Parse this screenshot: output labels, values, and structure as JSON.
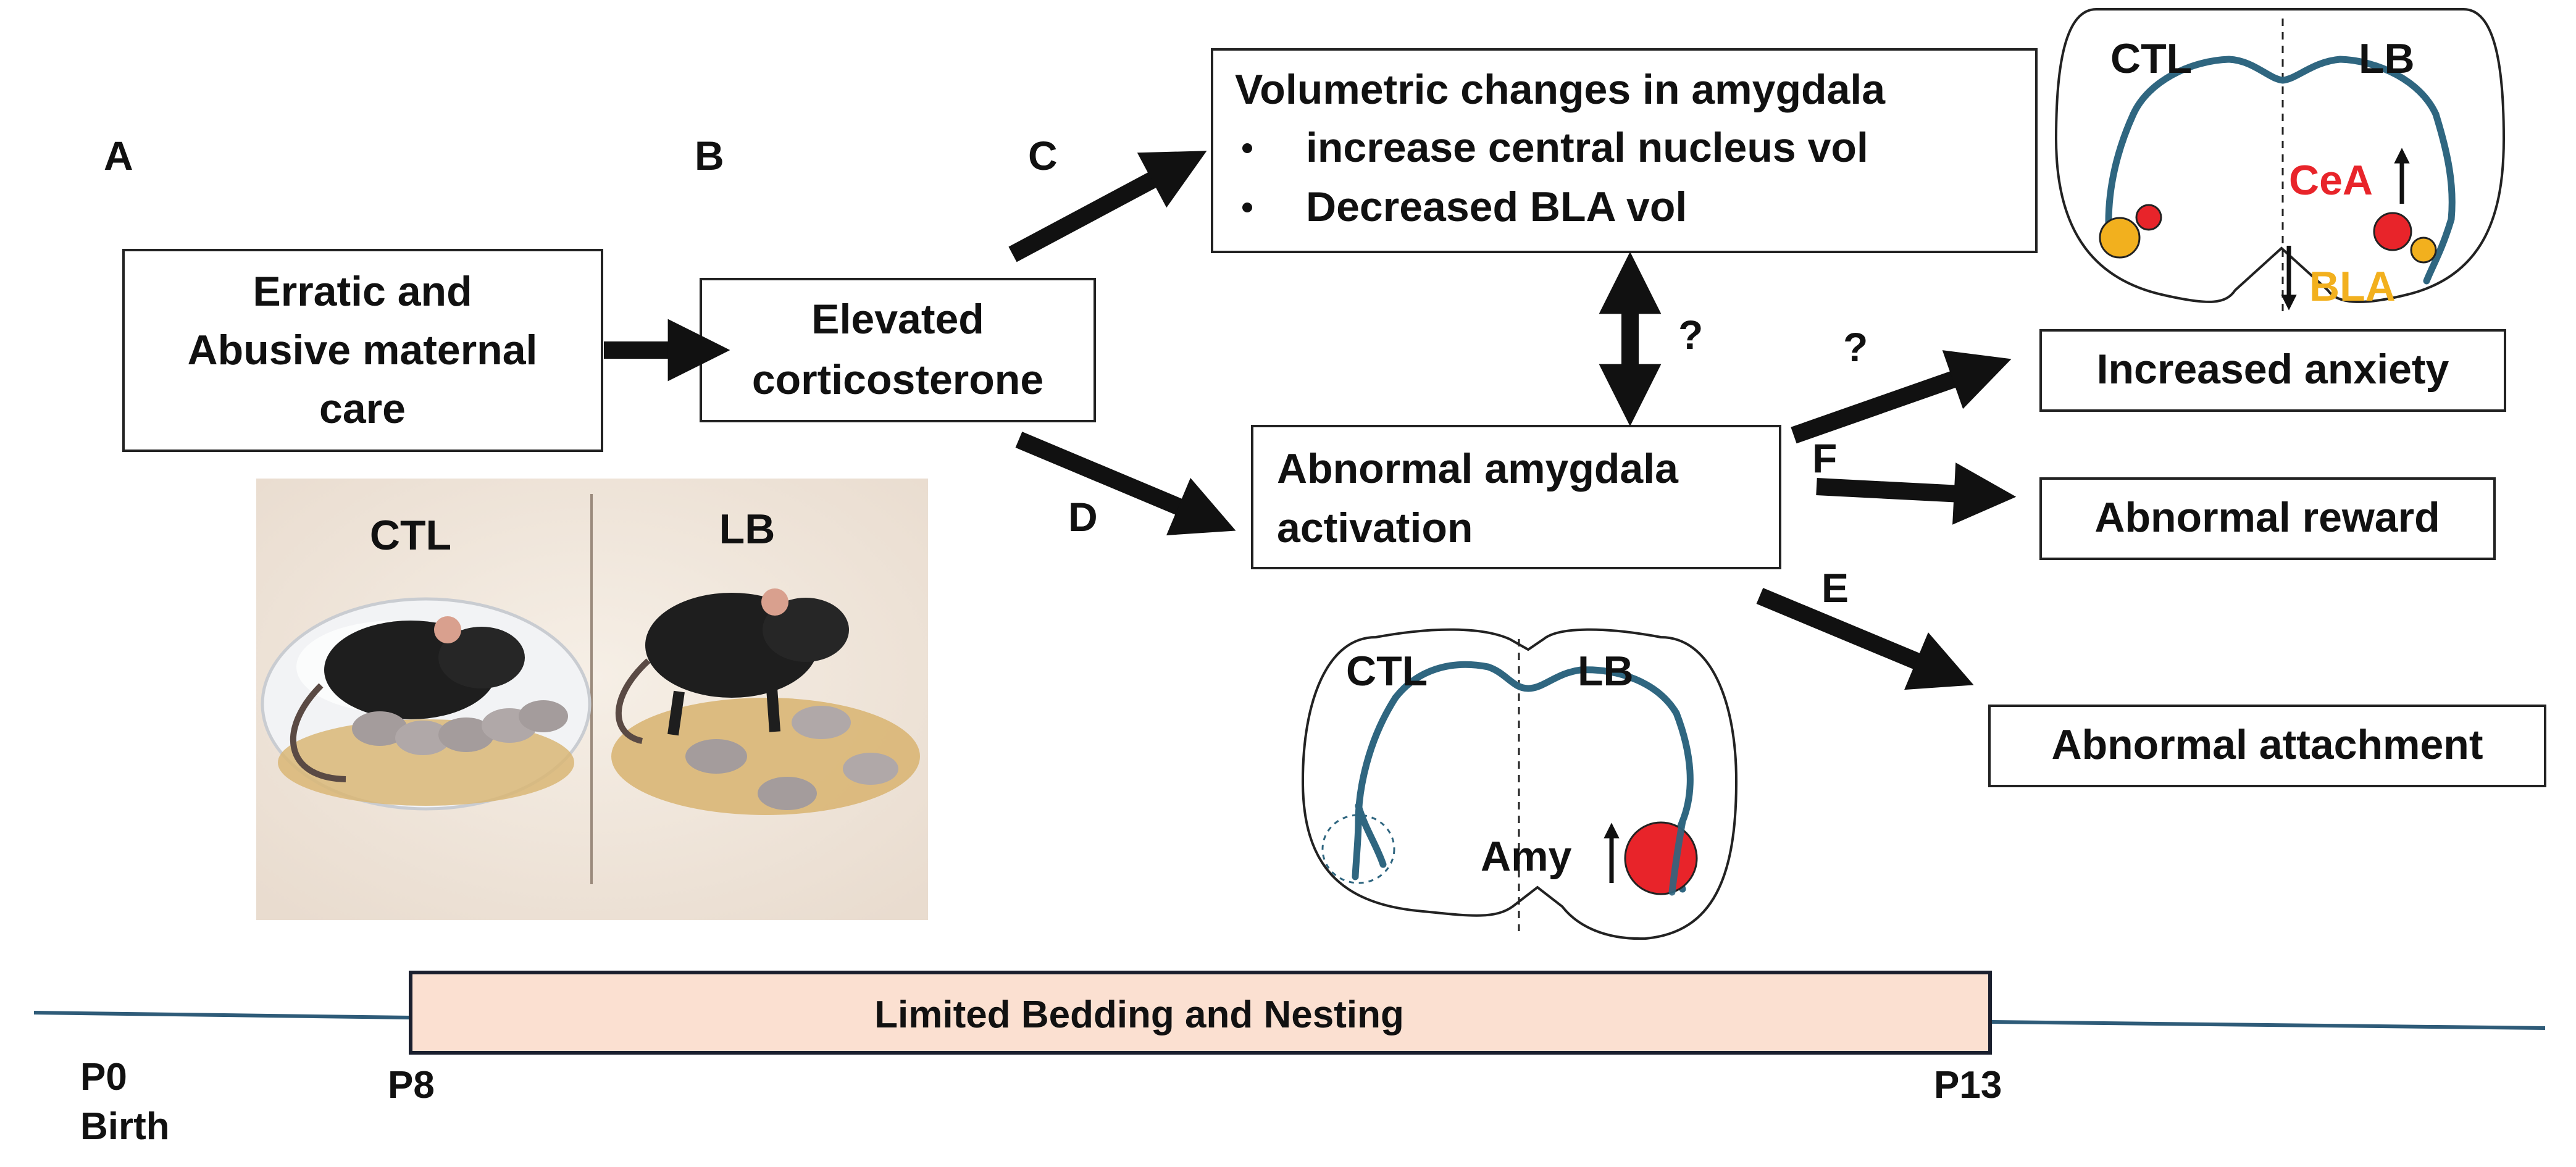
{
  "panels": {
    "a": "A",
    "b": "B",
    "c": "C",
    "d": "D",
    "e": "E",
    "f": "F"
  },
  "boxes": {
    "maternal_care": [
      "Erratic and",
      "Abusive maternal",
      "care"
    ],
    "corticosterone": [
      "Elevated",
      "corticosterone"
    ],
    "volumetric": {
      "title": "Volumetric changes in amygdala",
      "bullets": [
        "increase central nucleus vol",
        "Decreased BLA vol"
      ]
    },
    "activation": [
      "Abnormal amygdala",
      "activation"
    ],
    "anxiety": "Increased anxiety",
    "reward": "Abnormal reward",
    "attachment": "Abnormal attachment"
  },
  "questions": {
    "bidirectional": "?",
    "anxiety": "?"
  },
  "photo": {
    "left_label": "CTL",
    "right_label": "LB"
  },
  "brain_top": {
    "left_label": "CTL",
    "right_label": "LB",
    "cea_label": "CeA",
    "bla_label": "BLA"
  },
  "brain_bottom": {
    "left_label": "CTL",
    "right_label": "LB",
    "amy_label": "Amy"
  },
  "timeline": {
    "bar_label": "Limited Bedding and Nesting",
    "p0": "P0",
    "birth": "Birth",
    "p8": "P8",
    "p13": "P13"
  },
  "colors": {
    "red": "#e8242a",
    "yellow": "#f2b01e",
    "vessel": "#2f6680",
    "timeline": "#2e5b78",
    "bar_fill": "#fbe0d1"
  }
}
